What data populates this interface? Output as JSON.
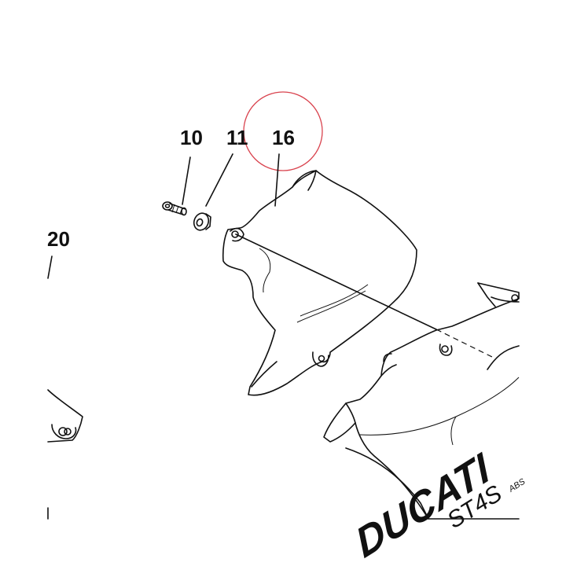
{
  "callouts": {
    "part_10": "10",
    "part_11": "11",
    "part_16": "16",
    "part_20": "20"
  },
  "logo": {
    "brand": "DUCATI",
    "model": "ST4S",
    "model_suffix": "ABS"
  },
  "colors": {
    "ink": "#111111",
    "highlight_circle": "#d9434e",
    "background": "#ffffff"
  }
}
